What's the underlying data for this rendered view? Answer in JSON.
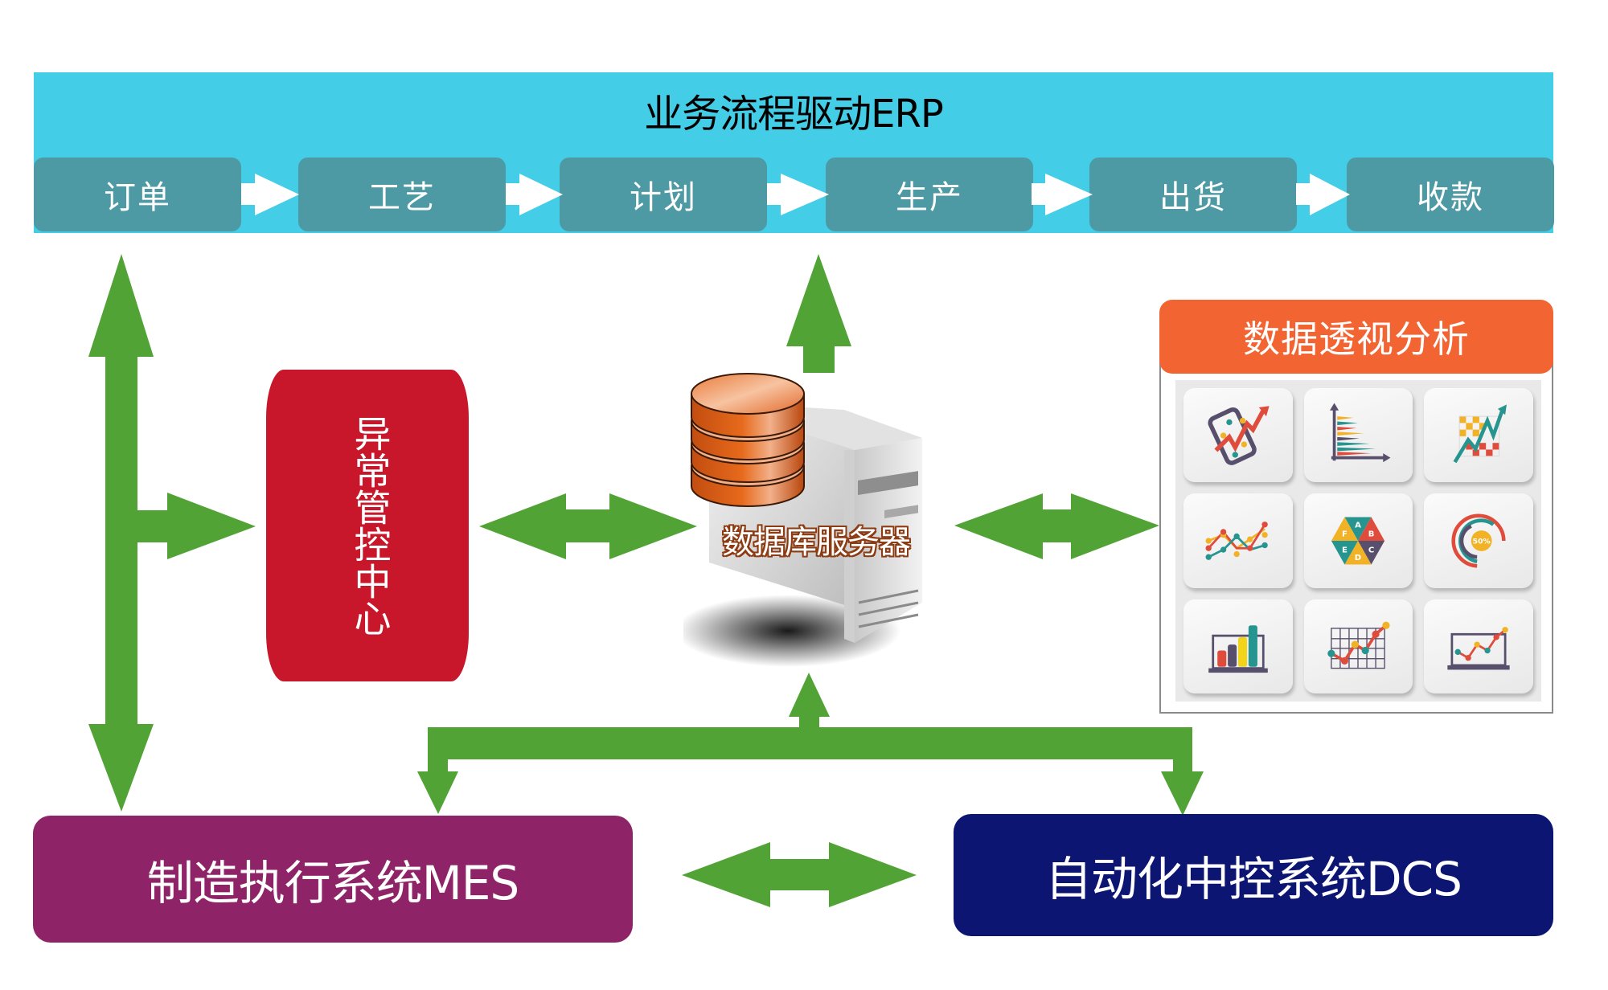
{
  "erp": {
    "title": "业务流程驱动ERP",
    "steps": [
      {
        "label": "订单"
      },
      {
        "label": "工艺"
      },
      {
        "label": "计划"
      },
      {
        "label": "生产"
      },
      {
        "label": "出货"
      },
      {
        "label": "收款"
      }
    ]
  },
  "exception_center": {
    "label": "异常管控中心"
  },
  "database_server": {
    "label": "数据库服务器",
    "icon": "database-server-icon"
  },
  "analysis_panel": {
    "title": "数据透视分析",
    "tiles": [
      {
        "icon": "mobile-growth-chart-icon"
      },
      {
        "icon": "horizontal-bar-chart-icon"
      },
      {
        "icon": "checkered-trend-chart-icon"
      },
      {
        "icon": "multi-line-chart-icon"
      },
      {
        "icon": "hexagon-segment-chart-icon",
        "labels": [
          "A",
          "B",
          "C",
          "D",
          "E",
          "F"
        ]
      },
      {
        "icon": "radial-progress-chart-icon",
        "value_label": "50%"
      },
      {
        "icon": "laptop-bar-chart-icon"
      },
      {
        "icon": "grid-line-chart-icon"
      },
      {
        "icon": "laptop-line-chart-icon"
      }
    ]
  },
  "mes": {
    "label": "制造执行系统MES"
  },
  "dcs": {
    "label": "自动化中控系统DCS"
  },
  "colors": {
    "erp_bar": "#43cde6",
    "erp_step": "#4e9aa4",
    "arrow_green": "#52a336",
    "exception_red": "#c8172a",
    "analysis_orange": "#f26532",
    "mes_purple": "#8e2467",
    "dcs_navy": "#0d1573"
  }
}
